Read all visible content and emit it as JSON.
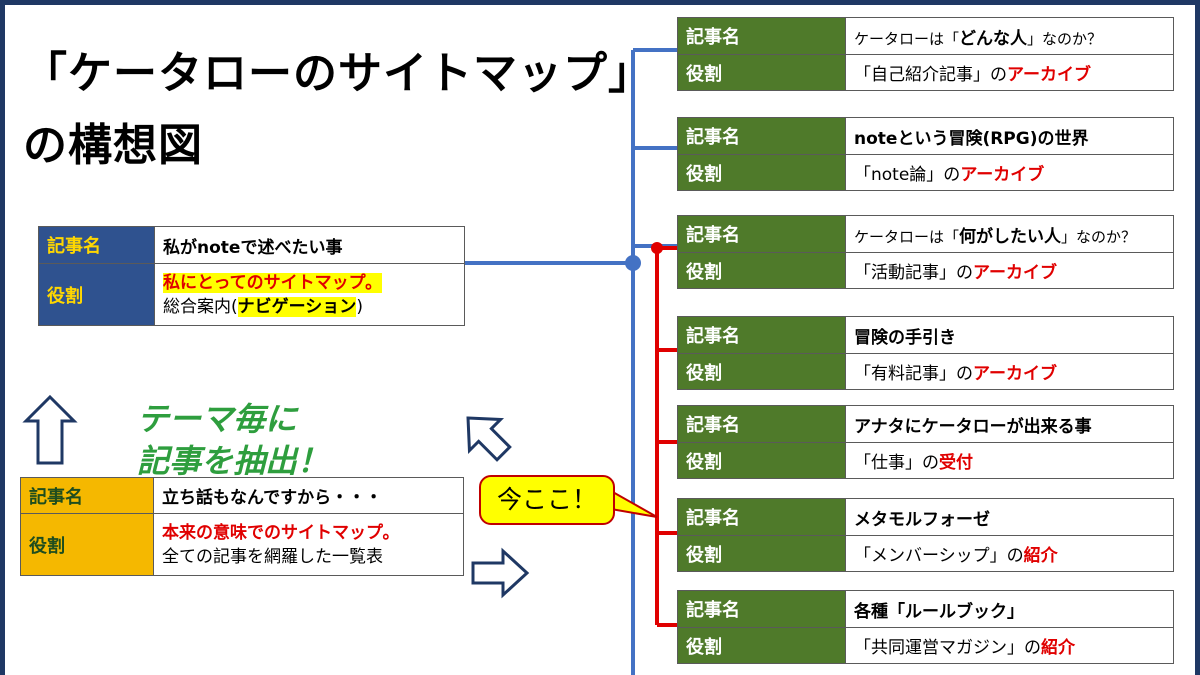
{
  "title": {
    "line1": "「ケータローのサイトマップ」",
    "line2": "の構想図"
  },
  "labels": {
    "article_name": "記事名",
    "role": "役割"
  },
  "center_card": {
    "name": "私がnoteで述べたい事",
    "role_line1": "私にとってのサイトマップ。",
    "role_line2_a": "総合案内(",
    "role_line2_b": "ナビゲーション",
    "role_line2_c": ")"
  },
  "bottom_card": {
    "name": "立ち話もなんですから・・・",
    "role_line1": "本来の意味でのサイトマップ。",
    "role_line2": "全ての記事を網羅した一覧表"
  },
  "theme_text": {
    "line1": "テーマ毎に",
    "line2": "記事を抽出！"
  },
  "callout": "今ここ！",
  "right_cards": [
    {
      "name_a": "ケータローは「",
      "name_b": "どんな人",
      "name_c": "」なのか？",
      "role_a": "「自己紹介記事」の",
      "role_b": "アーカイブ"
    },
    {
      "name_a": "",
      "name_b": "noteという冒険(RPG)の世界",
      "name_c": "",
      "role_a": "「note論」の",
      "role_b": "アーカイブ"
    },
    {
      "name_a": "ケータローは「",
      "name_b": "何がしたい人",
      "name_c": "」なのか？",
      "role_a": "「活動記事」の",
      "role_b": "アーカイブ"
    },
    {
      "name_a": "",
      "name_b": "冒険の手引き",
      "name_c": "",
      "role_a": "「有料記事」の",
      "role_b": "アーカイブ"
    },
    {
      "name_a": "",
      "name_b": "アナタにケータローが出来る事",
      "name_c": "",
      "role_a": "「仕事」の",
      "role_b": "受付"
    },
    {
      "name_a": "",
      "name_b": "メタモルフォーゼ",
      "name_c": "",
      "role_a": "「メンバーシップ」の",
      "role_b": "紹介"
    },
    {
      "name_a": "",
      "name_b": "各種「ルールブック」",
      "name_c": "",
      "role_a": "「共同運営マガジン」の",
      "role_b": "紹介"
    }
  ],
  "colors": {
    "frame": "#1f3864",
    "connector_blue": "#4472c4",
    "connector_red": "#e00000",
    "green_label": "#4f7a2a",
    "blue_label": "#2f528f",
    "orange_label": "#f5b800",
    "theme_green": "#2e9e3e",
    "callout_fill": "#ffff00"
  },
  "icons": [
    "up-arrow-icon",
    "upright-arrow-icon",
    "right-arrow-icon"
  ]
}
